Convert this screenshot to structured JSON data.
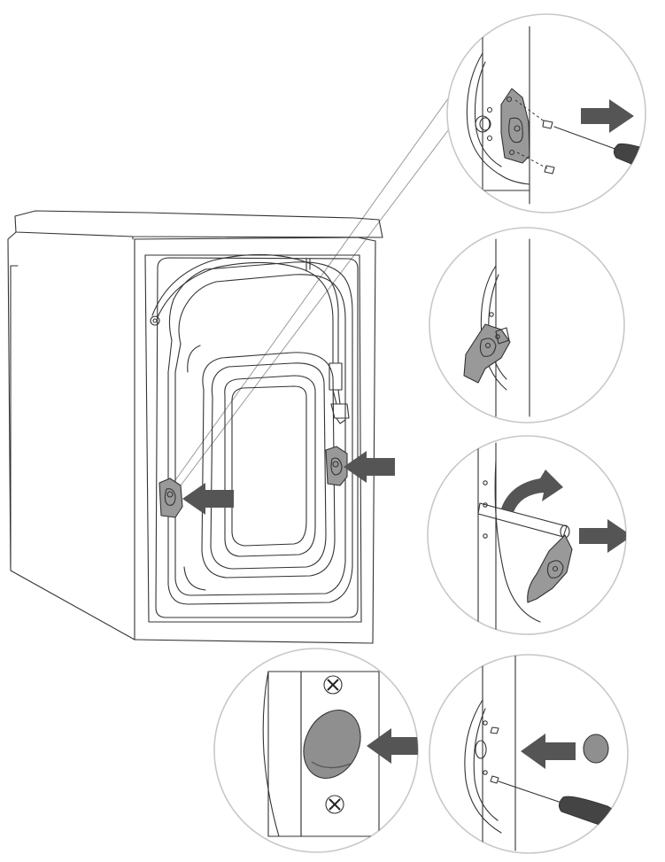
{
  "colors": {
    "line": "#333333",
    "light_line": "#9a9a9a",
    "arrow": "#555555",
    "bracket": "#999999",
    "bracket_dark": "#7a7a7a",
    "circle": "#c8c8c8",
    "handle": "#444444",
    "cap": "#8f8f8f",
    "white": "#ffffff"
  },
  "diagram": {
    "subject": "washer-rear-shipping-bolt-removal",
    "steps": [
      {
        "id": "step-1",
        "action": "unscrew-bracket",
        "icon": "screwdriver-icon"
      },
      {
        "id": "step-2",
        "action": "loosen-bracket",
        "icon": "bracket-icon"
      },
      {
        "id": "step-3",
        "action": "rotate-and-pull-bolt",
        "icon": "curved-arrow-icon"
      },
      {
        "id": "step-4",
        "action": "insert-cap",
        "icon": "hole-cap-icon"
      },
      {
        "id": "step-5",
        "action": "cap-installed",
        "icon": "hole-cap-icon"
      }
    ]
  }
}
